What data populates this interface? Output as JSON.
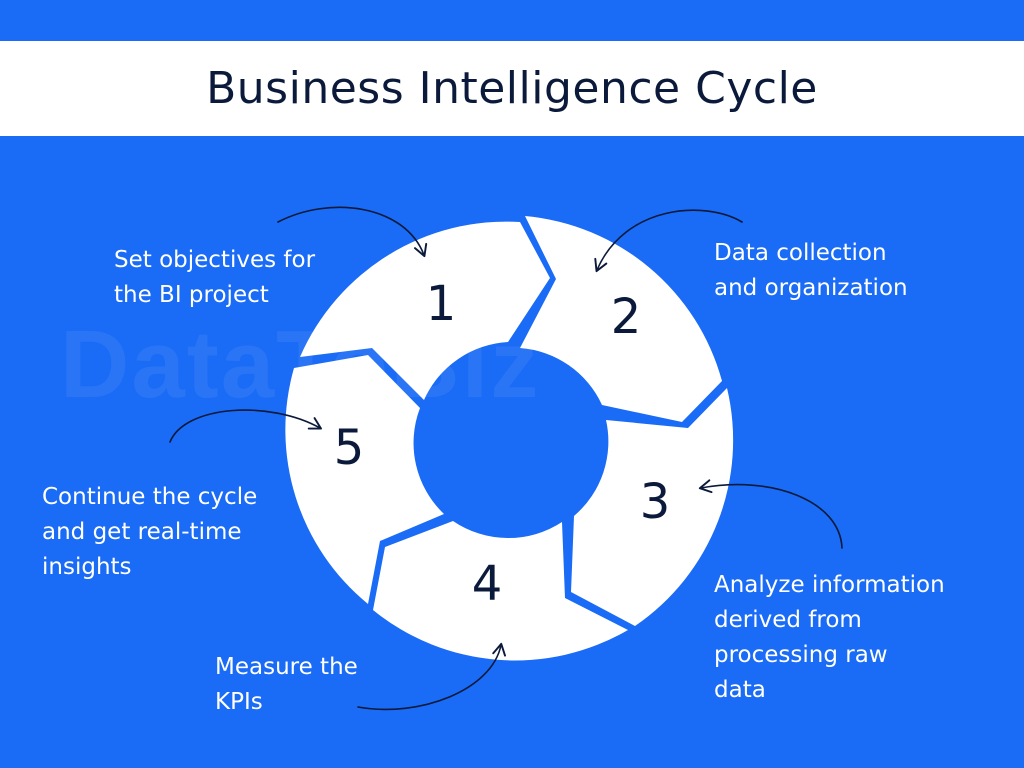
{
  "title": "Business Intelligence Cycle",
  "colors": {
    "background": "#1a6bf5",
    "segment": "#ffffff",
    "text_dark": "#0b1a3a",
    "arrow": "#0b1a3a"
  },
  "watermark": "DataToBiz",
  "steps": [
    {
      "number": "1",
      "caption": "Set objectives for\nthe BI project"
    },
    {
      "number": "2",
      "caption": "Data collection\nand organization"
    },
    {
      "number": "3",
      "caption": "Analyze information\nderived from\nprocessing raw\ndata"
    },
    {
      "number": "4",
      "caption": "Measure the\nKPIs"
    },
    {
      "number": "5",
      "caption": "Continue the cycle\nand get real-time\ninsights"
    }
  ]
}
